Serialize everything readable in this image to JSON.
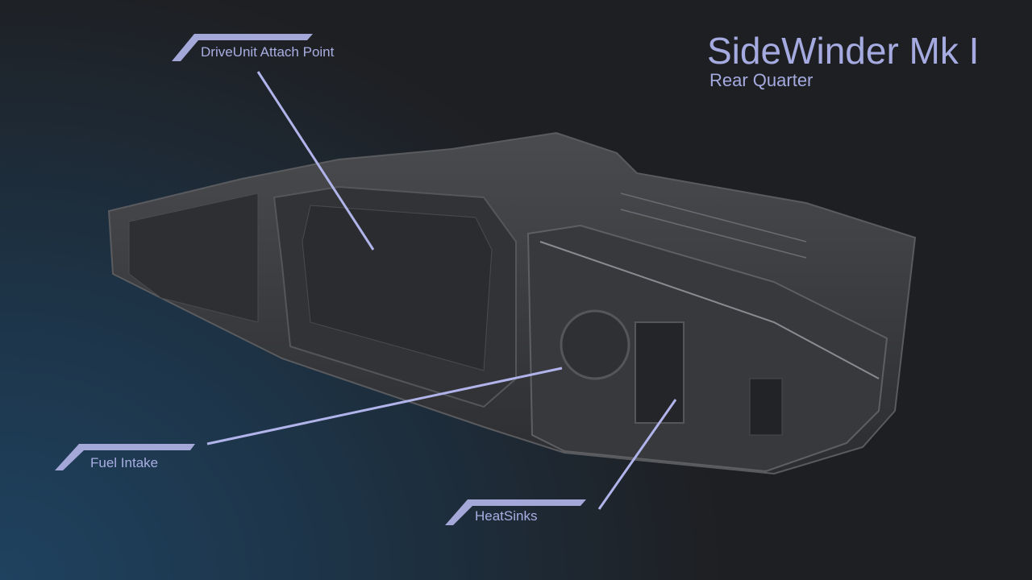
{
  "title": "SideWinder Mk I",
  "subtitle": "Rear Quarter",
  "callouts": [
    {
      "label": "DriveUnit Attach Point"
    },
    {
      "label": "Fuel Intake"
    },
    {
      "label": "HeatSinks"
    }
  ],
  "colors": {
    "label": "#a9aee2",
    "hull": "#3a3b3e",
    "bg_left": "#1f4260",
    "bg_right": "#1e1f22"
  }
}
